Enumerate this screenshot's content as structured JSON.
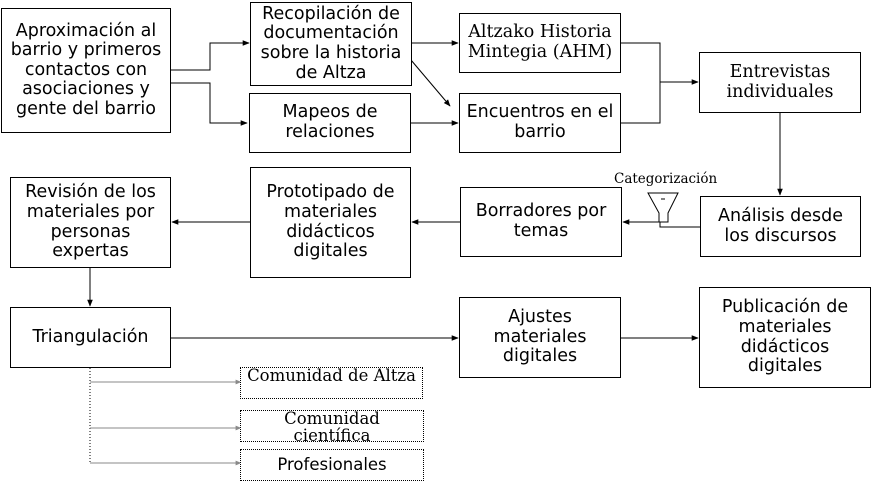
{
  "nodes": {
    "aproximacion": "Aproximación al barrio y primeros contactos con asociaciones y gente del barrio",
    "recopilacion": "Recopilación de documentación sobre la historia de Altza",
    "ahm": "Altzako Historia Mintegia (AHM)",
    "mapeos": "Mapeos de relaciones",
    "encuentros": "Encuentros en el barrio",
    "entrevistas": "Entrevistas individuales",
    "revision": "Revisión de los materiales por personas expertas",
    "prototipado": "Prototipado de materiales didácticos digitales",
    "borradores": "Borradores por temas",
    "analisis": "Análisis desde los discursos",
    "triangulacion": "Triangulación",
    "ajustes": "Ajustes materiales digitales",
    "publicacion": "Publicación de materiales didácticos digitales",
    "comunidad_altza": "Comunidad de Altza",
    "comunidad_cientifica": "Comunidad científica",
    "profesionales": "Profesionales"
  },
  "labels": {
    "categorizacion": "Categorización"
  },
  "icons": {
    "funnel": "funnel-icon"
  }
}
